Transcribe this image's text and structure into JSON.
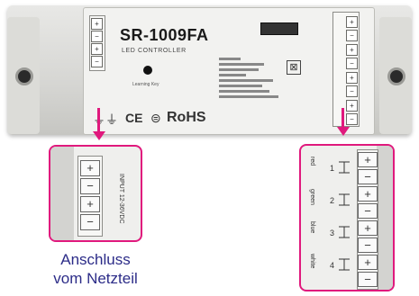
{
  "device": {
    "model": "SR-1009FA",
    "subtitle": "LED CONTROLLER",
    "learning_key": "Learning Key",
    "rohs": "RoHS",
    "ce": "CE"
  },
  "input_terminal": {
    "symbols": [
      "+",
      "−",
      "+",
      "−"
    ],
    "label": "INPUT 12-36VDC"
  },
  "output_terminal": {
    "symbols": [
      "+",
      "−",
      "+",
      "−",
      "+",
      "−",
      "+",
      "−"
    ],
    "channels": [
      {
        "name": "red",
        "num": "1"
      },
      {
        "name": "green",
        "num": "2"
      },
      {
        "name": "blue",
        "num": "3"
      },
      {
        "name": "white",
        "num": "4"
      }
    ]
  },
  "caption": {
    "line1": "Anschluss",
    "line2": "vom Netzteil"
  },
  "colors": {
    "accent": "#e0197d",
    "caption": "#2c2c88"
  }
}
